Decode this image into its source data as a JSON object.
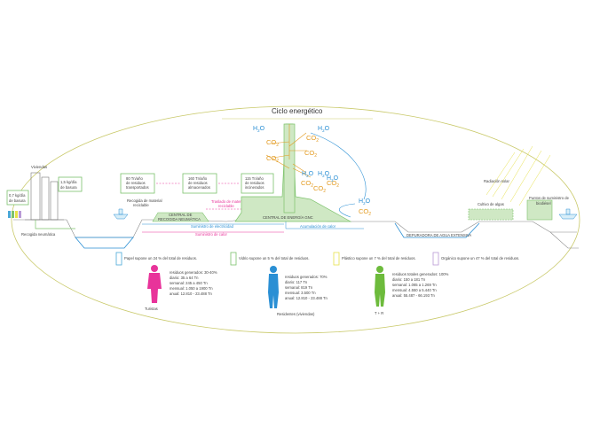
{
  "title": "Ciclo energético",
  "labels": {
    "viviendas": "Viviendas",
    "basura_hab": [
      "0,7 kg/día",
      "de basura"
    ],
    "basura_total": [
      "1,5 kg/día",
      "de basura"
    ],
    "recogida": "Recogida neumática",
    "recogida_material": [
      "Recogida de material",
      "reciclable"
    ],
    "central_recogida": [
      "CENTRAL DE",
      "RECOGIDA NEUMÁTICA"
    ],
    "traslado": [
      "Traslado de material",
      "reciclable"
    ],
    "central_energia": "CENTRAL DE ENERGÍA GNC",
    "suministro_electricidad": "Suministro de electricidad",
    "suministro_calor": "Suministro de calor",
    "acumulacion_calor": "Acumulación de calor",
    "depuradora": "DEPURADORA DE AGUA EXTENSIVA",
    "radiacion": "Radiación solar",
    "cultivo": "Cultivo de algas",
    "surtidor": [
      "Puntos de suministro de",
      "biodiésel"
    ],
    "residentes": "Residentes (viviendas)",
    "turistas": "Turistas",
    "tr": "T + R"
  },
  "boxes": [
    [
      "80 Tn/año",
      "de residuos",
      "transportados"
    ],
    [
      "160 Tn/año",
      "de residuos",
      "almacenados"
    ],
    [
      "115 Tn/año",
      "de residuos",
      "incinerados"
    ]
  ],
  "chem": {
    "co2": "CO",
    "sub": "2",
    "h2o": "H",
    "h2o_sub": "2",
    "h2o_end": "O"
  },
  "legend": [
    {
      "text": "Papel supone un 24 % del total de residuos.",
      "color": "#4aa8d8"
    },
    {
      "text": "Vidrio supone un 5 % del total de residuos.",
      "color": "#7cc26b"
    },
    {
      "text": "Plástico supone un 7 % del total de residuos.",
      "color": "#e7e14a"
    },
    {
      "text": "Orgánico supone un 47 % del total de residuos.",
      "color": "#b99ad6"
    }
  ],
  "stats": [
    {
      "lines": [
        "residuos generados: 30-40%",
        "diario: 35 a 64 Tn",
        "semanal: 245 a 450 Tn",
        "mensual: 1.050 a 1900 Tn",
        "anual: 12.810 - 23.488 Tn"
      ],
      "color": "#e8339a"
    },
    {
      "lines": [
        "residuos generados: 70%",
        "diario: 117 Tn",
        "semanal: 819 Tn",
        "mensual: 3.500 Tn",
        "anual: 12.810 - 23.488 Tn"
      ],
      "color": "#2a8fd4"
    },
    {
      "lines": [
        "residuos totales generados: 100%",
        "diario: 150 a 181 Tn",
        "semanal: 1.065 a 1.269 Tn",
        "mensual: 4.550 a 5.440 Tn",
        "anual: 55.487 - 66.193 Tn"
      ],
      "color": "#6dbb3c"
    }
  ],
  "colors": {
    "ellipse": "#c9c96a",
    "green": "#7cc26b",
    "green_fill": "#cfe8c4",
    "blue": "#2a8fd4",
    "magenta": "#e8339a",
    "orange": "#e39a1f"
  }
}
